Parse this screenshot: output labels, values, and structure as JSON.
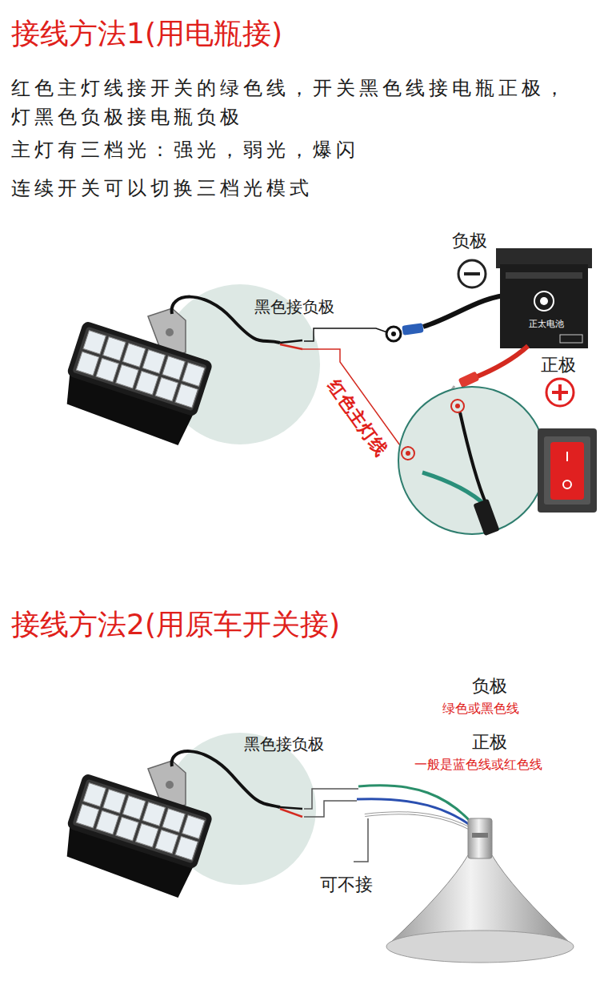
{
  "diagram": {
    "title": "接线方法1(用电瓶接)",
    "labels": [
      "红色主灯线接开关的绿色线，开关黑色线接电瓶正极，灯黑色负极接电瓶负极",
      "主灯有三档光：强光，弱光，爆闪",
      "连续开关可以切换三档光模式",
      "负极",
      "黑色接负极",
      "正极",
      "红色主灯线",
      "正太电池",
      "接线方法2(用原车开关接)",
      "黑色接负极",
      "负极",
      "绿色或黑色线",
      "正极",
      "一般是蓝色线或红色线",
      "可不接"
    ]
  }
}
